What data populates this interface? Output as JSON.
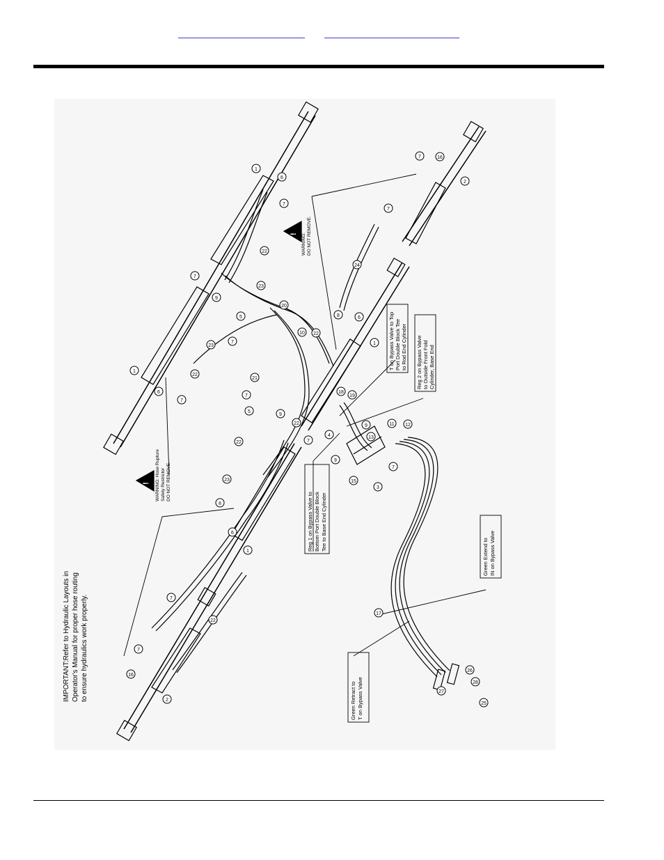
{
  "header": {
    "link_left": "",
    "link_right": ""
  },
  "drawing": {
    "important_note": [
      "IMPORTANT:Refer to Hydraulic Layouts in",
      "Operator's Manual for proper hose routing",
      "to ensure hydraulics work properly."
    ],
    "warning_upper": [
      "WARNING:",
      "DO NOT REMOVE."
    ],
    "warning_left": [
      "WARNING: Hose Rupture",
      "Safety Restrictor",
      "DO NOT REMOVE."
    ],
    "callout_t_bypass": [
      "T on Bypass Valve to Top",
      "Port Double Block Tee",
      "to Rod End Cylinder"
    ],
    "callout_reg2": [
      "Reg 2 on Bypass Valve",
      "to Outside Front Fold",
      "Cylinder, Base End"
    ],
    "callout_reg1": [
      "Reg 1 on Bypass Valve to",
      "Bottom Port Double Block",
      "Tee to Base End Cylinder"
    ],
    "callout_green_extend": [
      "Green Extend to",
      "IN on Bypass Valve"
    ],
    "callout_green_retract": [
      "Green Retract to",
      "T on Bypass Valve"
    ],
    "balloons": {
      "b1": "1",
      "b2": "2",
      "b3": "3",
      "b4": "4",
      "b5": "5",
      "b6": "6",
      "b7": "7",
      "b8": "8",
      "b9": "9",
      "b10": "10",
      "b11": "11",
      "b12": "12",
      "b13": "13",
      "b15": "15",
      "b16": "16",
      "b17": "17",
      "b18": "18",
      "b19": "19",
      "b20": "20",
      "b21": "21",
      "b22": "22",
      "b23": "23",
      "b24": "24",
      "b25": "25",
      "b26": "26",
      "b27": "27",
      "b28": "28"
    },
    "colors": {
      "line": "#000000",
      "panel": "#f6f6f6",
      "link": "#3b3bd6"
    }
  }
}
